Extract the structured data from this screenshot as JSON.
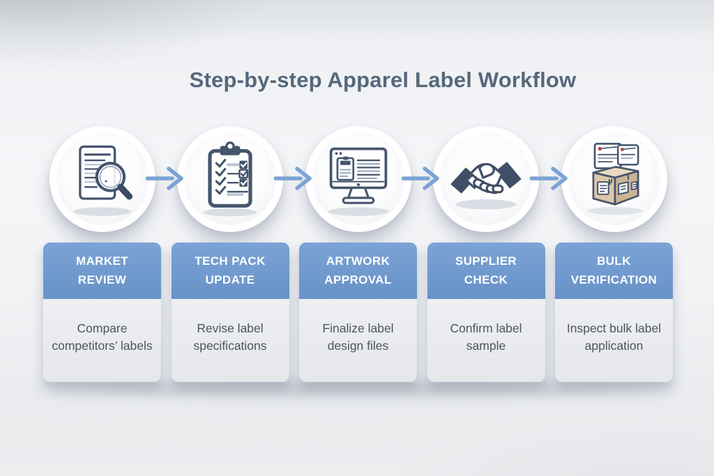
{
  "title": "Step-by-step Apparel Label Workflow",
  "colors": {
    "header_blue": "#6f99cd",
    "arrow_blue": "#7ba2d6",
    "title_text": "#55687c",
    "body_text": "#4e545d",
    "card_body_bg": "#e9ebee",
    "icon_stroke": "#45556d",
    "box_tan": "#dcc7a9",
    "tag_dot_red": "#a94f46"
  },
  "steps": [
    {
      "title": "MARKET REVIEW",
      "description": "Compare competitors’ labels",
      "icon": "document-search-icon"
    },
    {
      "title": "TECH PACK UPDATE",
      "description": "Revise label specifications",
      "icon": "clipboard-checklist-icon"
    },
    {
      "title": "ARTWORK APPROVAL",
      "description": "Finalize label design files",
      "icon": "monitor-artwork-icon"
    },
    {
      "title": "SUPPLIER CHECK",
      "description": "Confirm label sample",
      "icon": "handshake-icon"
    },
    {
      "title": "BULK VERIFICATION",
      "description": "Inspect bulk label application",
      "icon": "box-labels-icon"
    }
  ],
  "arrow_icon": "arrow-right-icon"
}
